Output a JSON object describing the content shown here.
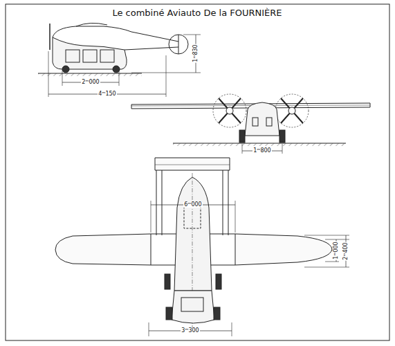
{
  "diagram": {
    "title": "Le combiné Aviauto De la FOURNIÈRE",
    "labels": [
      "1ᵐ830",
      "2ᵐ000",
      "4ᵐ150",
      "1ᵐ800",
      "6ᵐ000",
      "1ᵐ000",
      "2ᵐ400",
      "3ᵐ300"
    ]
  }
}
